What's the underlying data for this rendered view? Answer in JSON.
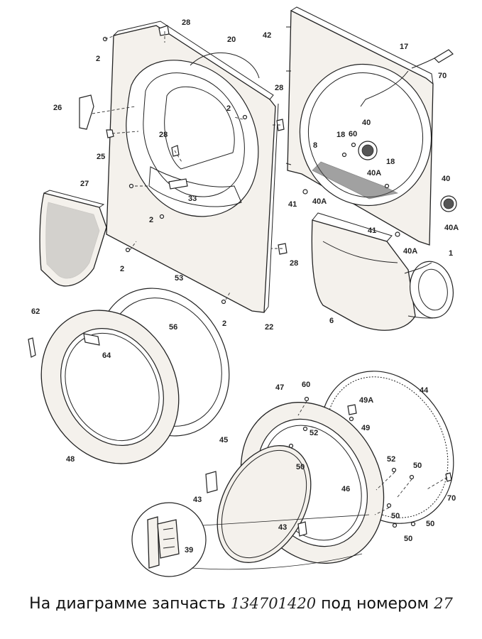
{
  "caption": {
    "prefix": "На диаграмме запчасть",
    "part_number": "134701420",
    "middle": "под номером",
    "callout": "27"
  },
  "callouts": [
    "28",
    "20",
    "42",
    "17",
    "70",
    "2",
    "26",
    "2",
    "28",
    "25",
    "28",
    "18",
    "60",
    "40",
    "8",
    "18",
    "40A",
    "27",
    "33",
    "2",
    "41",
    "40A",
    "40",
    "40A",
    "41",
    "40A",
    "2",
    "28",
    "1",
    "6",
    "53",
    "62",
    "56",
    "64",
    "2",
    "22",
    "48",
    "47",
    "60",
    "44",
    "49A",
    "49",
    "52",
    "45",
    "50",
    "52",
    "50",
    "46",
    "43",
    "70",
    "50",
    "43",
    "50",
    "50",
    "39"
  ]
}
